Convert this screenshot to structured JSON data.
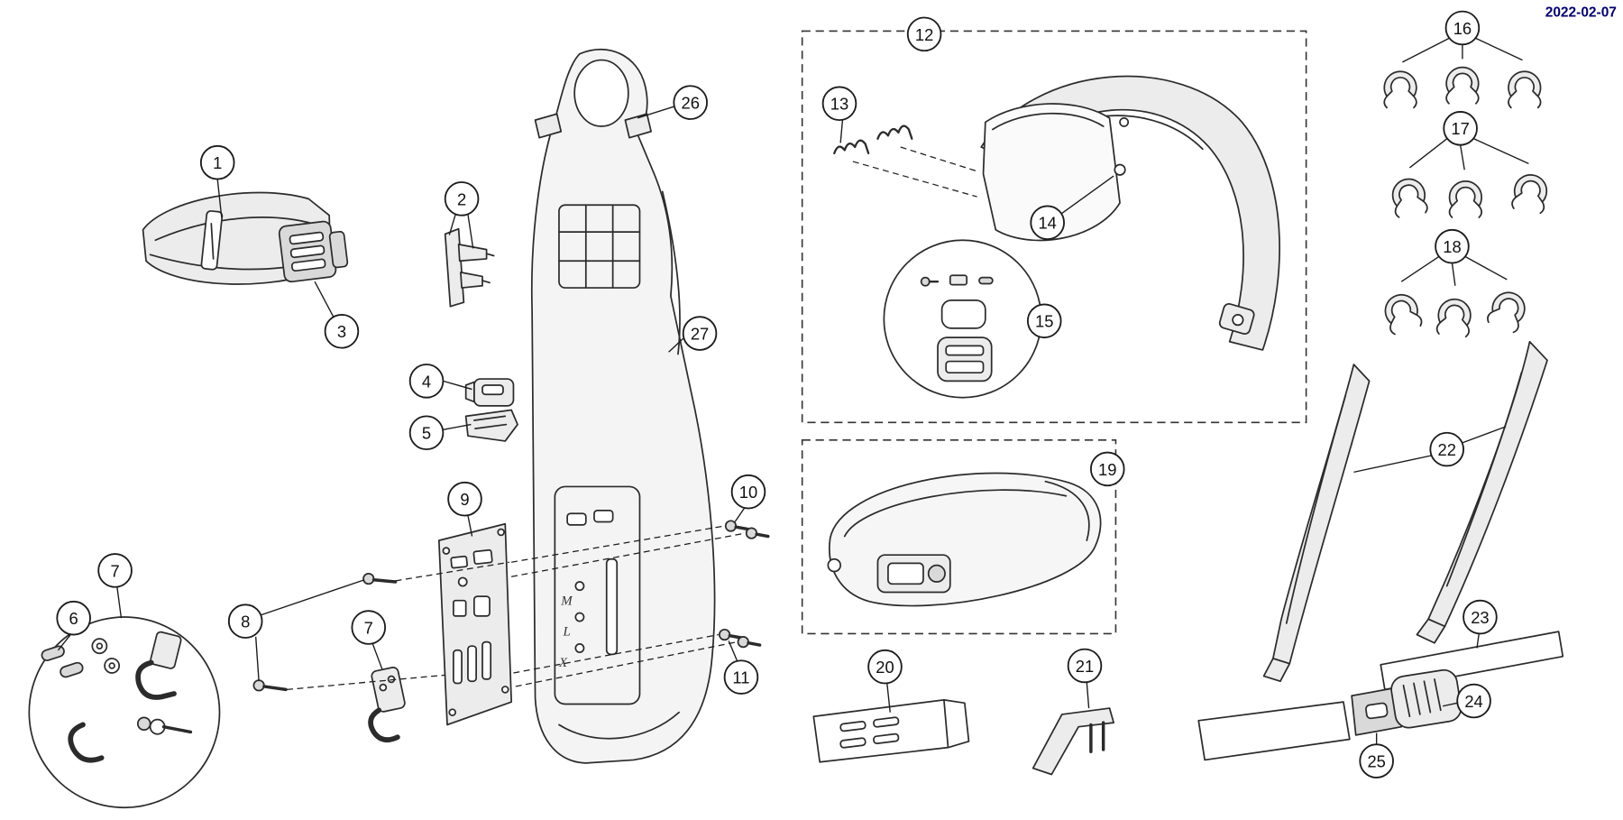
{
  "header": {
    "date": "2022-02-07"
  },
  "diagram": {
    "callouts": [
      "1",
      "2",
      "3",
      "4",
      "5",
      "6",
      "7",
      "7",
      "8",
      "9",
      "10",
      "11",
      "12",
      "13",
      "14",
      "15",
      "16",
      "17",
      "18",
      "19",
      "20",
      "21",
      "22",
      "23",
      "24",
      "25",
      "26",
      "27"
    ],
    "frame_markings": {
      "m": "M",
      "l": "L",
      "x": "X"
    }
  }
}
